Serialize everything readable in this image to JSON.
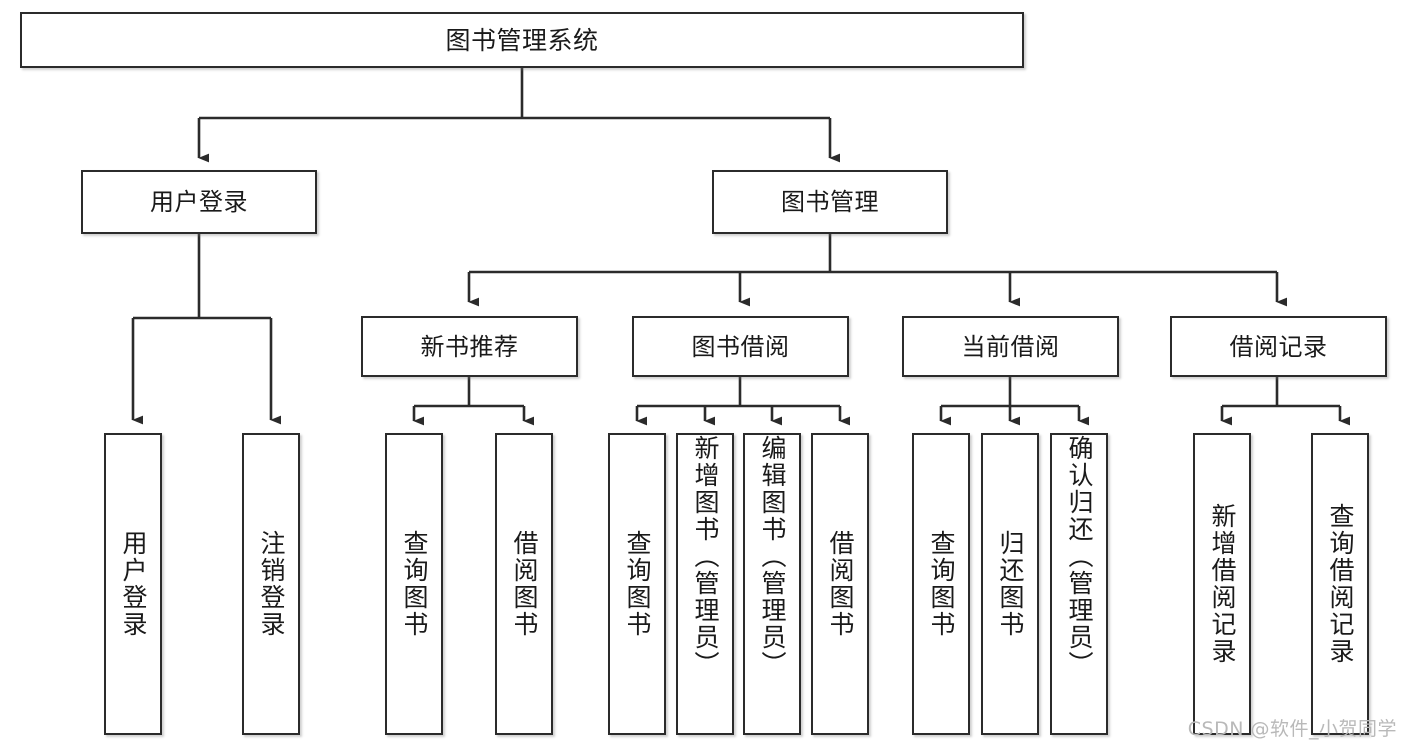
{
  "diagram": {
    "type": "tree-hierarchy",
    "title": "图书管理系统",
    "root": {
      "label": "图书管理系统"
    },
    "level2": [
      {
        "label": "用户登录"
      },
      {
        "label": "图书管理"
      }
    ],
    "level3": [
      {
        "label": "新书推荐"
      },
      {
        "label": "图书借阅"
      },
      {
        "label": "当前借阅"
      },
      {
        "label": "借阅记录"
      }
    ],
    "leaves": {
      "user_login": [
        {
          "label": "用户登录"
        },
        {
          "label": "注销登录"
        }
      ],
      "new_book_recommend": [
        {
          "label": "查询图书"
        },
        {
          "label": "借阅图书"
        }
      ],
      "book_borrow": [
        {
          "label": "查询图书"
        },
        {
          "label": "新增图书（管理员）"
        },
        {
          "label": "编辑图书（管理员）"
        },
        {
          "label": "借阅图书"
        }
      ],
      "current_borrow": [
        {
          "label": "查询图书"
        },
        {
          "label": "归还图书"
        },
        {
          "label": "确认归还（管理员）"
        }
      ],
      "borrow_record": [
        {
          "label": "新增借阅记录"
        },
        {
          "label": "查询借阅记录"
        }
      ]
    },
    "watermark": "CSDN @软件_小贺同学",
    "colors": {
      "stroke": "#2b2b2b",
      "fill": "#ffffff",
      "text": "#1a1a1a",
      "watermark": "#b9b9b9"
    }
  }
}
